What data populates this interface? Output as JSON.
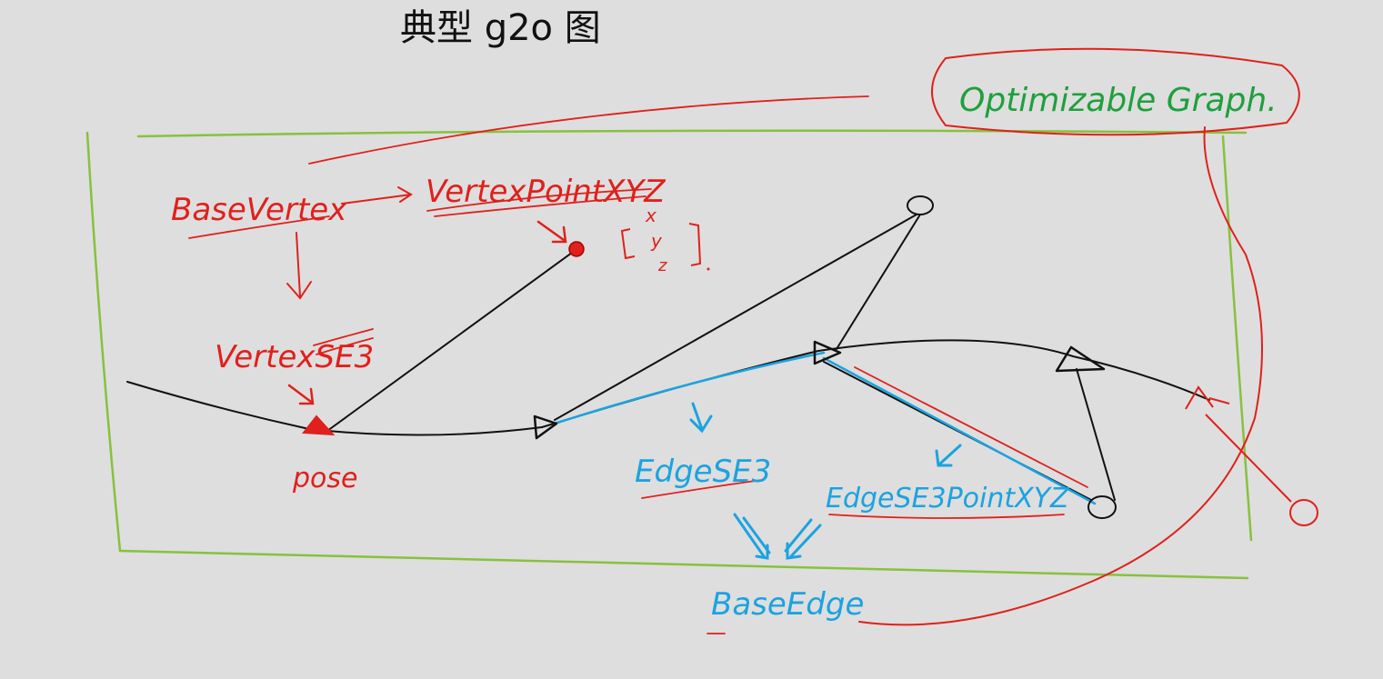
{
  "title": "典型 g2o 图",
  "labels": {
    "optimizable_graph": "Optimizable Graph.",
    "base_vertex": "BaseVertex",
    "vertex_point_xyz": "VertexPointXYZ",
    "vertex_se3": "VertexSE3",
    "pose": "pose",
    "xyz_x": "x",
    "xyz_y": "y",
    "xyz_z": "z",
    "edge_se3": "EdgeSE3",
    "edge_se3_point_xyz": "EdgeSE3PointXYZ",
    "base_edge": "BaseEdge"
  },
  "colors": {
    "background": "#dedede",
    "ink_red": "#e0201c",
    "ink_blue": "#1ba3e0",
    "ink_green": "#1ea03c",
    "ink_black": "#111111",
    "frame_green": "#86c23c"
  }
}
